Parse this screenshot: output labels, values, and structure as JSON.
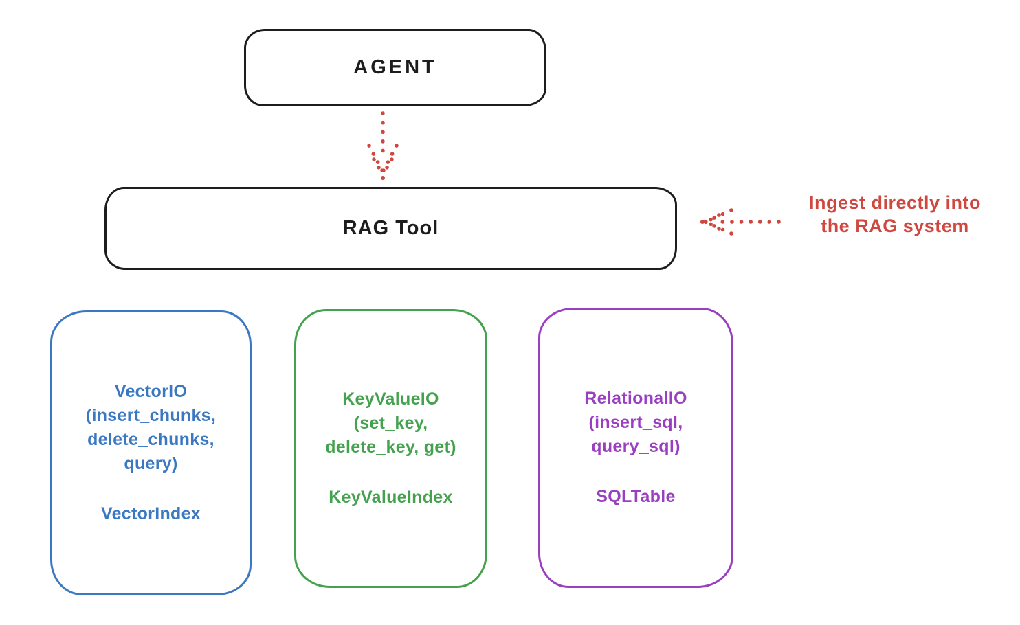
{
  "colors": {
    "ink": "#1d1d1d",
    "red": "#cf4840",
    "blue": "#3b78c2",
    "green": "#44a24e",
    "purple": "#9a3fc0"
  },
  "agent_box": {
    "label": "AGENT"
  },
  "rag_box": {
    "label": "RAG Tool"
  },
  "annotation": {
    "text": "Ingest directly into\nthe RAG system"
  },
  "io_boxes": {
    "vector": {
      "title": "VectorIO",
      "params": "(insert_chunks,\ndelete_chunks,\nquery)",
      "index": "VectorIndex"
    },
    "keyvalue": {
      "title": "KeyValueIO",
      "params": "(set_key,\ndelete_key, get)",
      "index": "KeyValueIndex"
    },
    "relational": {
      "title": "RelationalIO",
      "params": "(insert_sql,\nquery_sql)",
      "index": "SQLTable"
    }
  }
}
